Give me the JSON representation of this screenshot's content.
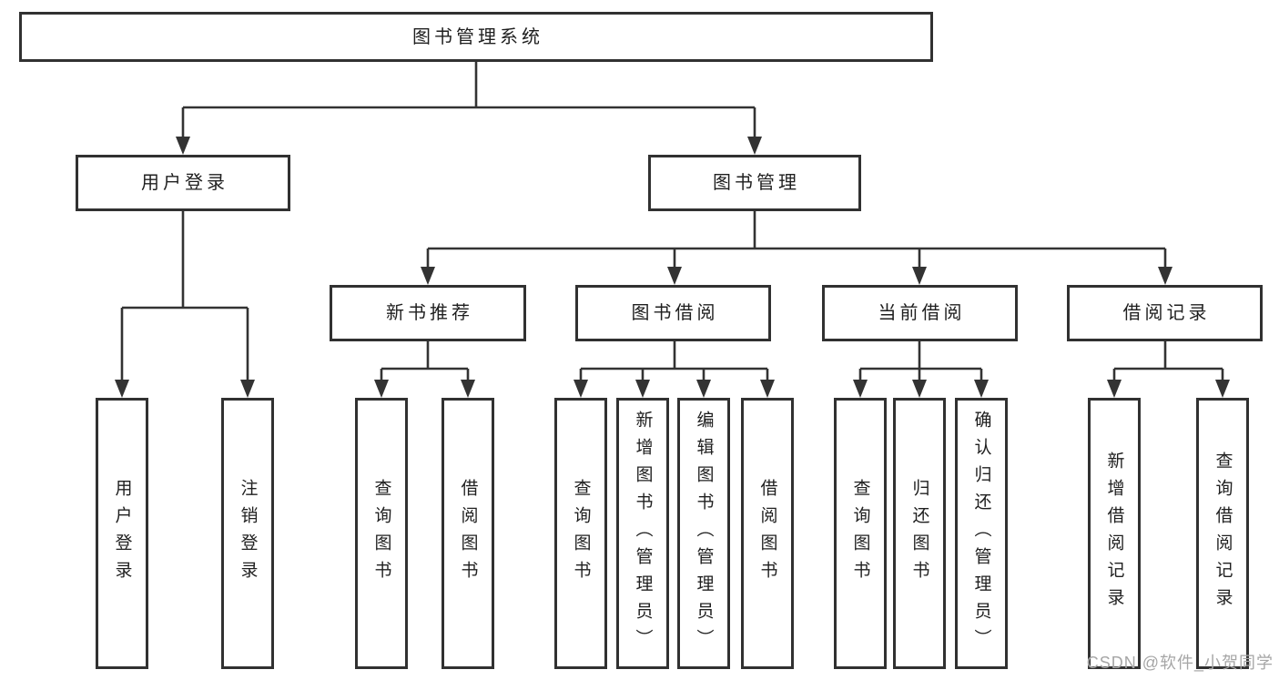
{
  "palette": {
    "line": "#333333",
    "box_border": "#313131",
    "text": "#1f1f1f",
    "watermark_color": "#a6a6a6",
    "background": "#ffffff"
  },
  "tree": {
    "label": "图书管理系统",
    "children": [
      {
        "label": "用户登录",
        "children": [
          {
            "label": "用户登录"
          },
          {
            "label": "注销登录"
          }
        ]
      },
      {
        "label": "图书管理",
        "children": [
          {
            "label": "新书推荐",
            "children": [
              {
                "label": "查询图书"
              },
              {
                "label": "借阅图书"
              }
            ]
          },
          {
            "label": "图书借阅",
            "children": [
              {
                "label": "查询图书"
              },
              {
                "label": "新增图书（管理员）"
              },
              {
                "label": "编辑图书（管理员）"
              },
              {
                "label": "借阅图书"
              }
            ]
          },
          {
            "label": "当前借阅",
            "children": [
              {
                "label": "查询图书"
              },
              {
                "label": "归还图书"
              },
              {
                "label": "确认归还（管理员）"
              }
            ]
          },
          {
            "label": "借阅记录",
            "children": [
              {
                "label": "新增借阅记录"
              },
              {
                "label": "查询借阅记录"
              }
            ]
          }
        ]
      }
    ]
  },
  "watermark": "CSDN @软件_小贺同学"
}
